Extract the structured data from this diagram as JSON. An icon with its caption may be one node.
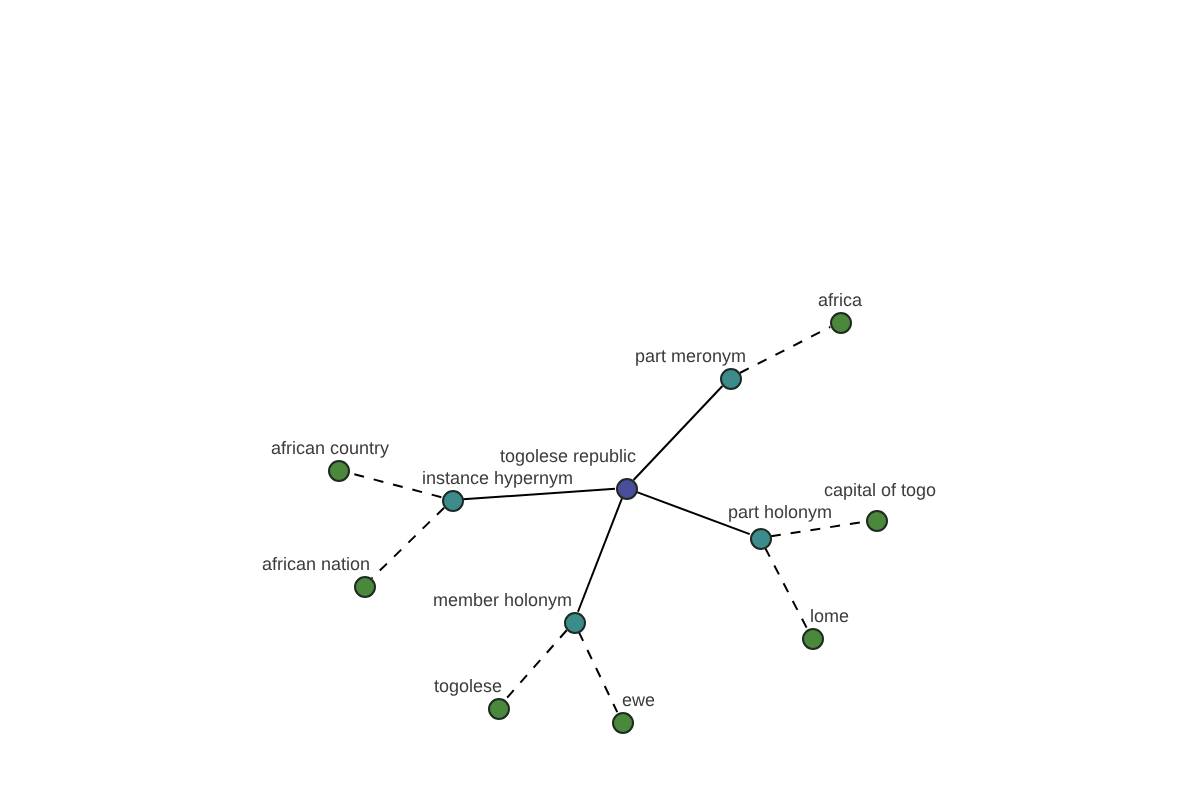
{
  "diagram": {
    "nodes": [
      {
        "text": [],
        "shape": "circle",
        "beside": [
          "africa"
        ]
      },
      {
        "text": [],
        "shape": "circle",
        "beside": [
          "part meronym"
        ]
      },
      {
        "text": [],
        "shape": "circle",
        "beside": [
          "african country"
        ]
      },
      {
        "text": [],
        "shape": "circle",
        "beside": [
          "togolese republic"
        ]
      },
      {
        "text": [],
        "shape": "circle",
        "beside": [
          "instance hypernym"
        ]
      },
      {
        "text": [],
        "shape": "circle",
        "beside": [
          "capital of togo"
        ]
      },
      {
        "text": [],
        "shape": "circle",
        "beside": [
          "part holonym"
        ]
      },
      {
        "text": [],
        "shape": "circle",
        "beside": [
          "african nation"
        ]
      },
      {
        "text": [],
        "shape": "circle",
        "beside": [
          "member holonym"
        ]
      },
      {
        "text": [],
        "shape": "circle",
        "beside": [
          "lome"
        ]
      },
      {
        "text": [],
        "shape": "circle",
        "beside": [
          "togolese"
        ]
      },
      {
        "text": [],
        "shape": "circle",
        "beside": [
          "ewe"
        ]
      }
    ],
    "edges": [
      {
        "from": 3,
        "to": 1,
        "arrow": "none"
      },
      {
        "from": 3,
        "to": 4,
        "arrow": "none"
      },
      {
        "from": 3,
        "to": 8,
        "arrow": "none"
      },
      {
        "from": 3,
        "to": 6,
        "arrow": "none"
      },
      {
        "from": 1,
        "to": 0,
        "arrow": "none",
        "style": "dashed"
      },
      {
        "from": 4,
        "to": 2,
        "arrow": "none",
        "style": "dashed"
      },
      {
        "from": 4,
        "to": 7,
        "arrow": "none",
        "style": "dashed"
      },
      {
        "from": 6,
        "to": 5,
        "arrow": "none",
        "style": "dashed"
      },
      {
        "from": 6,
        "to": 9,
        "arrow": "none",
        "style": "dashed"
      },
      {
        "from": 8,
        "to": 10,
        "arrow": "none",
        "style": "dashed"
      },
      {
        "from": 8,
        "to": 11,
        "arrow": "none",
        "style": "dashed"
      }
    ]
  }
}
